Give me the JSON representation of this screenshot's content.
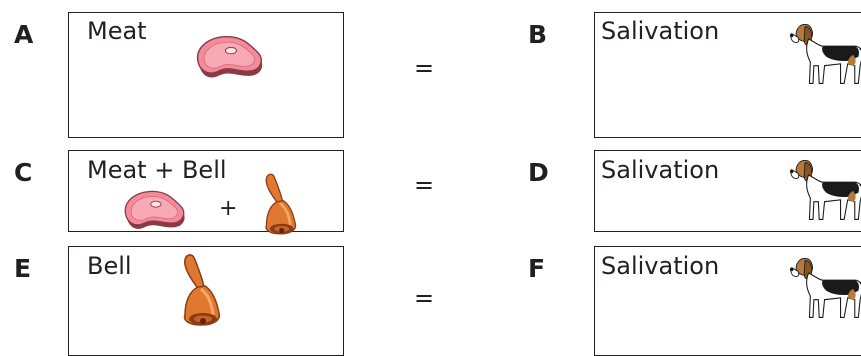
{
  "rows": [
    {
      "left_label": "A",
      "left_text": "Meat",
      "right_label": "B",
      "right_text": "Salivation",
      "equals": "=",
      "plus": ""
    },
    {
      "left_label": "C",
      "left_text": "Meat + Bell",
      "right_label": "D",
      "right_text": "Salivation",
      "equals": "=",
      "plus": "+"
    },
    {
      "left_label": "E",
      "left_text": "Bell",
      "right_label": "F",
      "right_text": "Salivation",
      "equals": "=",
      "plus": ""
    }
  ],
  "icons": {
    "meat": "meat-steak-icon",
    "bell": "hand-bell-icon",
    "dog": "beagle-dog-icon"
  },
  "colors": {
    "meat": "#f28b9a",
    "meat_outline": "#8a3a45",
    "bell": "#e0782f",
    "bell_dark": "#8a3c12",
    "dog_tan": "#b77a3d",
    "dog_black": "#1a1a1a",
    "text": "#231f20"
  }
}
